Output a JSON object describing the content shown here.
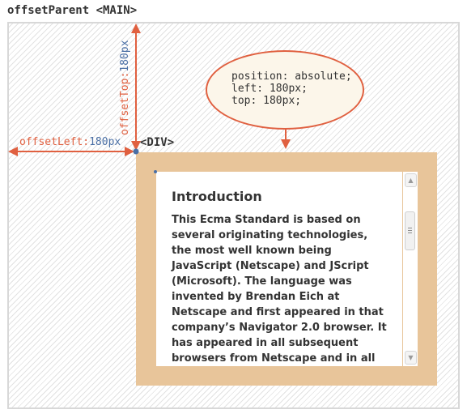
{
  "main": {
    "title": "offsetParent <MAIN>"
  },
  "element": {
    "label": "<DIV>"
  },
  "offset_left": {
    "name": "offsetLeft:",
    "value": "180px"
  },
  "offset_top": {
    "name": "offsetTop:",
    "value": "180px"
  },
  "css_note": {
    "lines": [
      "position: absolute;",
      "left: 180px;",
      "top: 180px;"
    ]
  },
  "content": {
    "title": "Introduction",
    "text": "This Ecma Standard is based on several originating technologies, the most well known being JavaScript (Netscape) and JScript (Microsoft). The language was invented by Brendan Eich at Netscape and first appeared in that company’s Navigator 2.0 browser. It has appeared in all subsequent browsers from Netscape and in all browsers from Microsoft"
  },
  "scrollbar": {
    "up_icon": "triangle-up-icon",
    "down_icon": "triangle-down-icon",
    "position": 0.2
  },
  "colors": {
    "arrow": "#e06040",
    "value": "#4a6fa5",
    "border": "#e8c59a",
    "hatch": "#e2e2e2"
  }
}
